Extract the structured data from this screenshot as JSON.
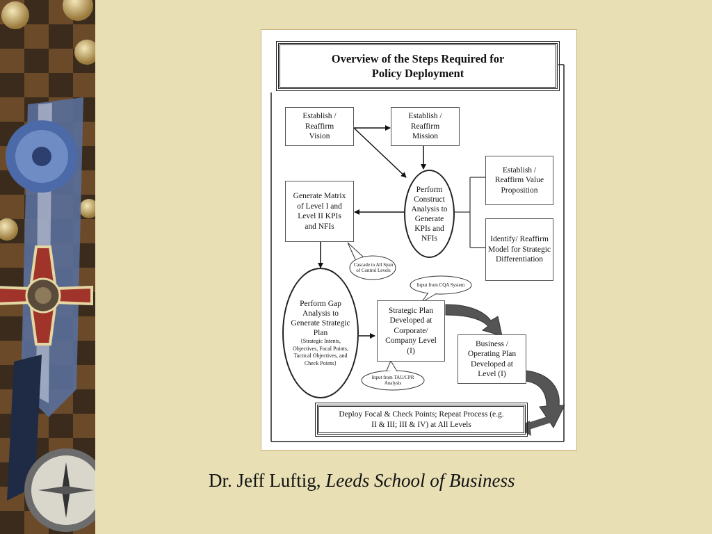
{
  "diagram": {
    "title_line1": "Overview of the Steps Required for",
    "title_line2": "Policy Deployment",
    "nodes": {
      "vision": "Establish / Reaffirm Vision",
      "mission": "Establish / Reaffirm Mission",
      "construct_analysis": "Perform Construct Analysis to Generate KPIs and NFIs",
      "value_proposition": "Establish / Reaffirm Value Proposition",
      "strategic_differentiation": "Identify/ Reaffirm Model for Strategic Differentiation",
      "matrix": "Generate Matrix of Level I and Level II KPIs and NFIs",
      "cascade_note": "Cascade to All Span of Control Levels",
      "gap_analysis_main": "Perform Gap Analysis to Generate Strategic Plan",
      "gap_analysis_detail": "{Strategic Intents, Objectives, Focal Points, Tactical Objectives, and Check Points}",
      "cqa_note": "Input from CQA System",
      "strategic_plan": "Strategic Plan Developed at Corporate/ Company Level (I)",
      "tau_note": "Input from TAU/CPR Analysis",
      "business_plan": "Business / Operating Plan Developed at Level (I)",
      "deploy_line1": "Deploy Focal & Check Points; Repeat Process (e.g.",
      "deploy_line2": "II & III; III & IV) at All Levels"
    }
  },
  "caption": {
    "author": "Dr. Jeff Luftig, ",
    "institution": "Leeds School of Business"
  },
  "colors": {
    "background": "#e8dfb5",
    "card_border": "#c9b57a",
    "block_arrow": "#555555"
  }
}
